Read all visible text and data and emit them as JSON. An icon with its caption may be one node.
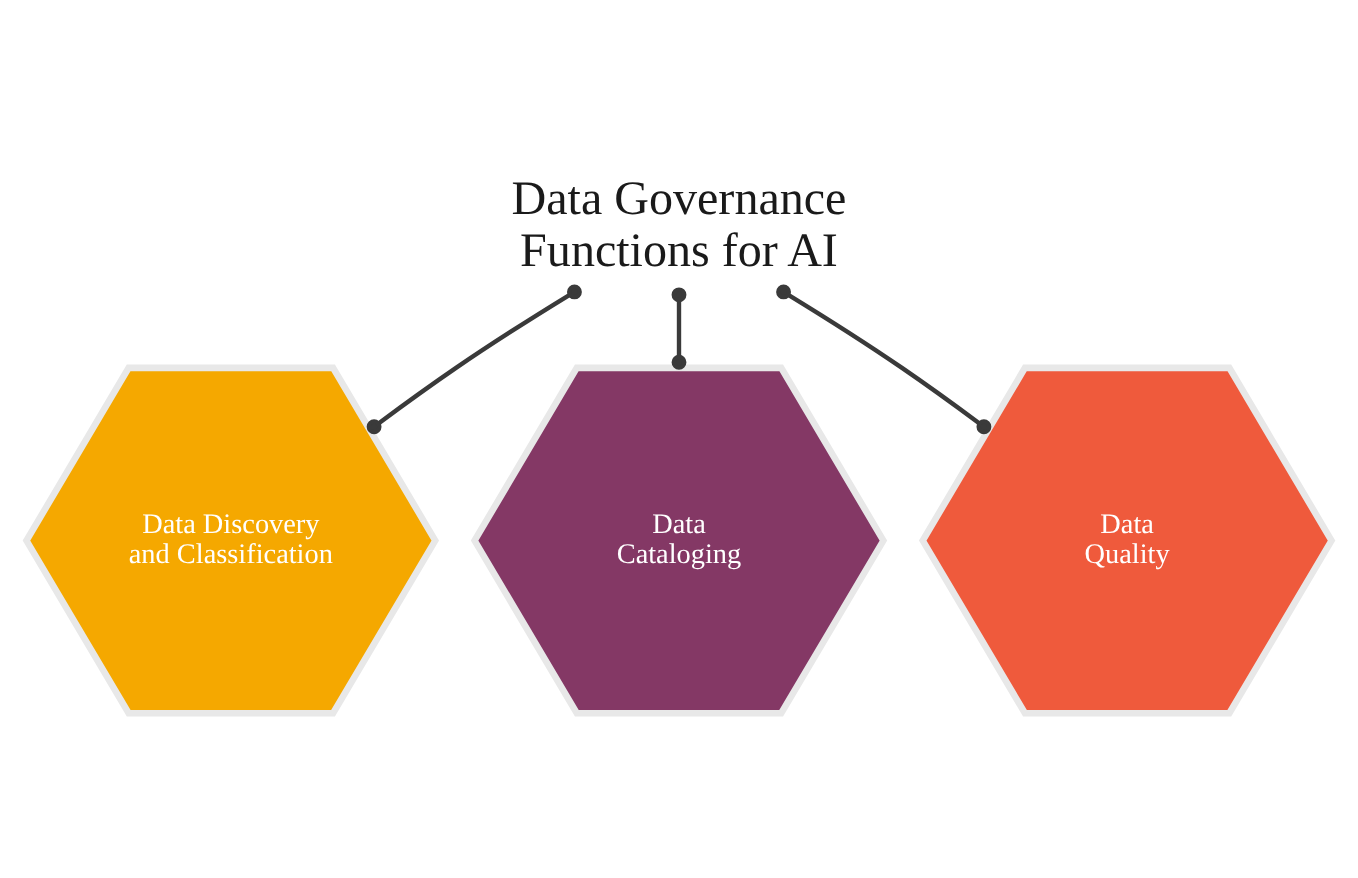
{
  "diagram": {
    "nodes": [
      {
        "text": [
          "Data Governance Functions for AI"
        ]
      },
      {
        "text": [
          "Data Discovery and Classification"
        ]
      },
      {
        "text": [
          "Data Cataloging"
        ]
      },
      {
        "text": [
          "Data Quality"
        ]
      }
    ],
    "edges": [
      {
        "from": 0,
        "to": 1,
        "arrow": "other"
      },
      {
        "from": 0,
        "to": 2,
        "arrow": "other"
      },
      {
        "from": 0,
        "to": 3,
        "arrow": "other"
      }
    ]
  }
}
